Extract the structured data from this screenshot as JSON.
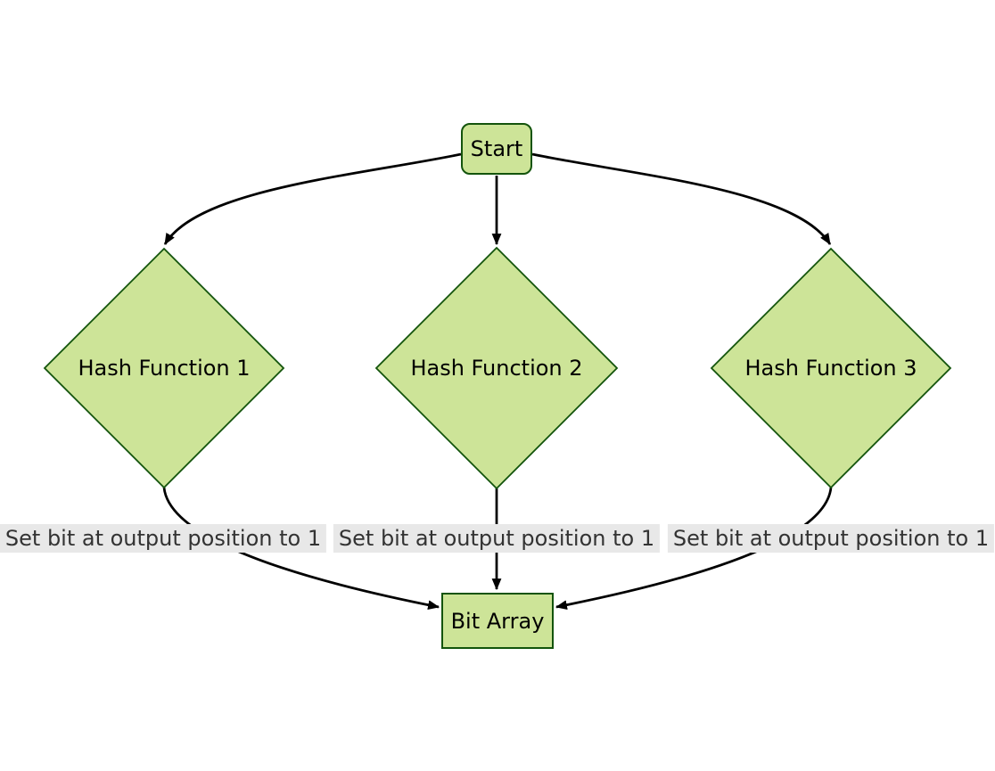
{
  "colors": {
    "background": "#ffffff",
    "node_fill": "#cde498",
    "node_border": "#13540c",
    "edge_stroke": "#000000",
    "edge_label_bg": "#e8e8e8",
    "node_text": "#000000",
    "edge_label_text": "#333333"
  },
  "nodes": {
    "start": {
      "label": "Start"
    },
    "hash1": {
      "label": "Hash Function 1"
    },
    "hash2": {
      "label": "Hash Function 2"
    },
    "hash3": {
      "label": "Hash Function 3"
    },
    "bit_array": {
      "label": "Bit Array"
    }
  },
  "edge_labels": {
    "hash1_to_bit_array": "Set bit at output position to 1",
    "hash2_to_bit_array": "Set bit at output position to 1",
    "hash3_to_bit_array": "Set bit at output position to 1"
  }
}
